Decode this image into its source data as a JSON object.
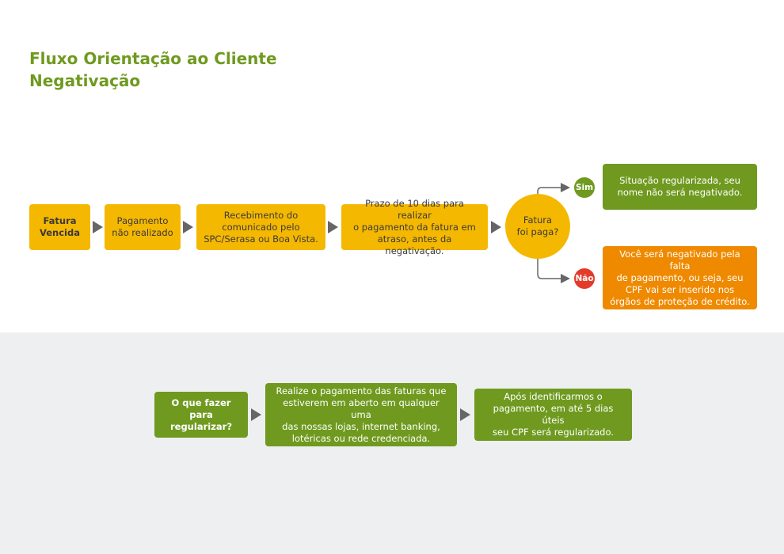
{
  "title": {
    "line1": "Fluxo Orientação ao Cliente",
    "line2": "Negativação"
  },
  "flow": {
    "step1": "Fatura\nVencida",
    "step2": "Pagamento\nnão realizado",
    "step3": "Recebimento do\ncomunicado pelo\nSPC/Serasa ou Boa Vista.",
    "step4": "Prazo de 10 dias para realizar\no pagamento da fatura em\natraso, antes da negativação.",
    "decision": "Fatura\nfoi paga?",
    "yes_label": "Sim",
    "no_label": "Não",
    "yes_outcome": "Situação regularizada, seu\nnome não será negativado.",
    "no_outcome": "Você será negativado pela falta\nde pagamento, ou seja, seu\nCPF  vai ser inserido nos\nórgãos de proteção de crédito."
  },
  "regularize": {
    "question": "O que fazer\npara regularizar?",
    "step1": "Realize o pagamento das faturas que\nestiverem em aberto em qualquer uma\ndas nossas lojas, internet banking,\nlotéricas ou rede credenciada.",
    "step2": "Após identificarmos o\npagamento, em até 5 dias úteis\nseu CPF será regularizado."
  },
  "colors": {
    "title": "#6f9a1f",
    "yellow": "#f5b800",
    "green": "#6f9a1f",
    "orange": "#ef8a00",
    "red": "#e23b2a",
    "arrow": "#666666",
    "band": "#eeeff1"
  }
}
